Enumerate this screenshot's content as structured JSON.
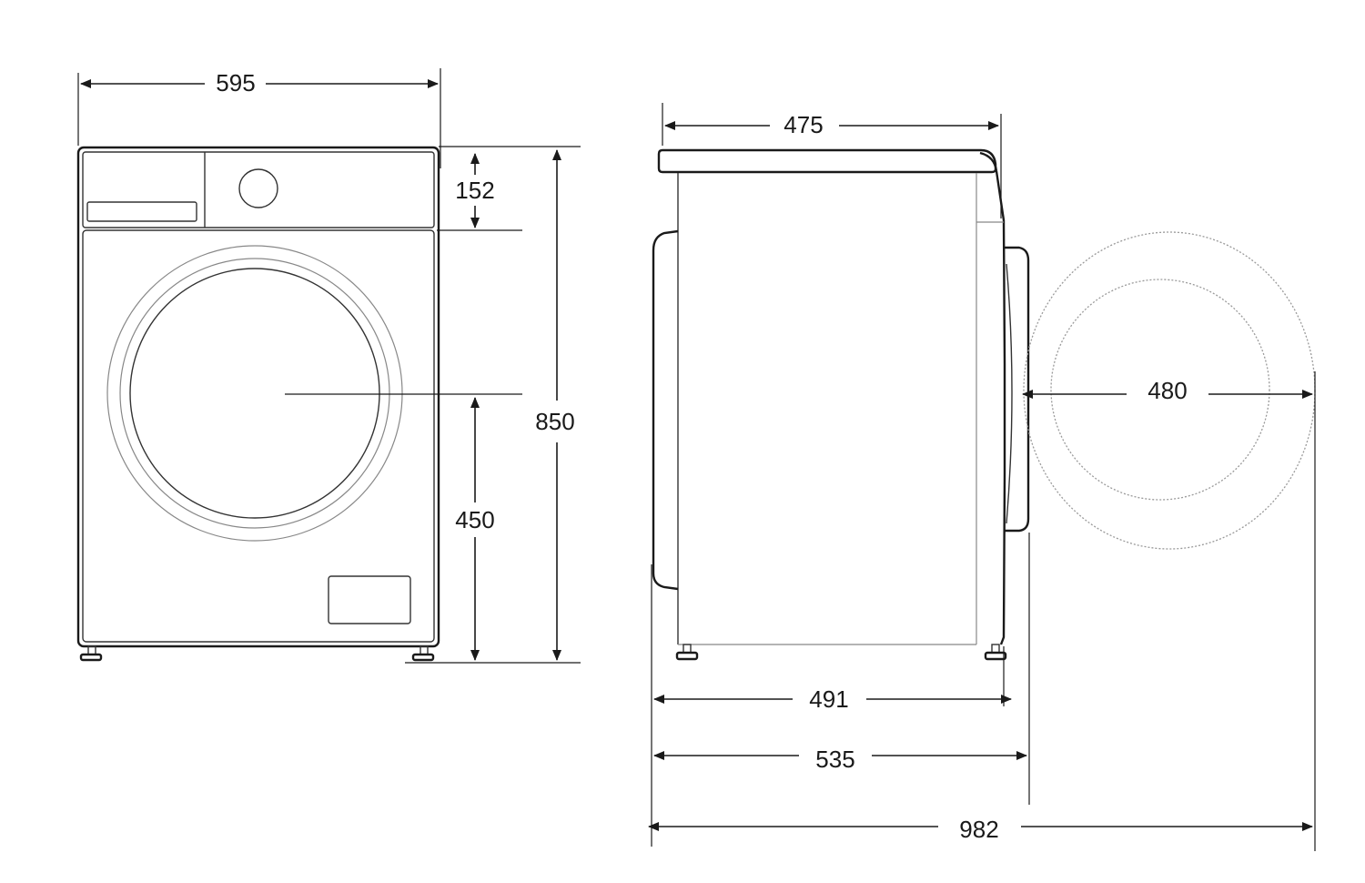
{
  "colors": {
    "line": "#1a1a1a",
    "background": "#ffffff",
    "door_ghost": "#9a9a9a"
  },
  "front_view": {
    "width": "595",
    "height": "850",
    "control_panel_height": "152",
    "door_center_height": "450"
  },
  "side_view": {
    "top_depth": "475",
    "body_depth": "491",
    "depth_with_door": "535",
    "depth_door_open": "982",
    "door_diameter": "480"
  }
}
